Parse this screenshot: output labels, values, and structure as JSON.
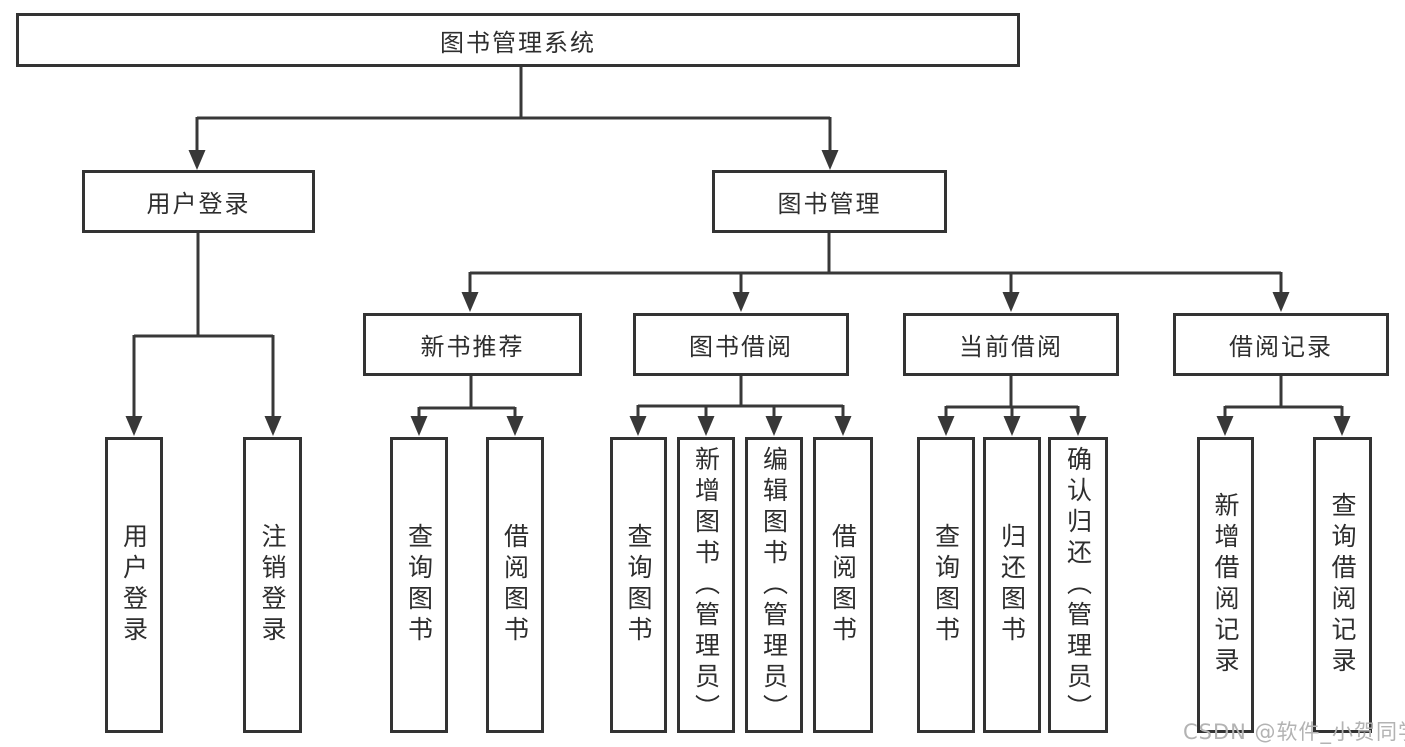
{
  "tree": {
    "label": "图书管理系统",
    "children": [
      {
        "label": "用户登录",
        "children": [
          {
            "label": "用户登录"
          },
          {
            "label": "注销登录"
          }
        ]
      },
      {
        "label": "图书管理",
        "children": [
          {
            "label": "新书推荐",
            "children": [
              {
                "label": "查询图书"
              },
              {
                "label": "借阅图书"
              }
            ]
          },
          {
            "label": "图书借阅",
            "children": [
              {
                "label": "查询图书"
              },
              {
                "label": "新增图书（管理员）"
              },
              {
                "label": "编辑图书（管理员）"
              },
              {
                "label": "借阅图书"
              }
            ]
          },
          {
            "label": "当前借阅",
            "children": [
              {
                "label": "查询图书"
              },
              {
                "label": "归还图书"
              },
              {
                "label": "确认归还（管理员）"
              }
            ]
          },
          {
            "label": "借阅记录",
            "children": [
              {
                "label": "新增借阅记录"
              },
              {
                "label": "查询借阅记录"
              }
            ]
          }
        ]
      }
    ]
  },
  "watermark": {
    "text": "CSDN @软件_小贺同学"
  },
  "colors": {
    "line": "#383838",
    "border": "#333333",
    "text": "#2e2e2e",
    "watermark": "#b3b3b3"
  }
}
